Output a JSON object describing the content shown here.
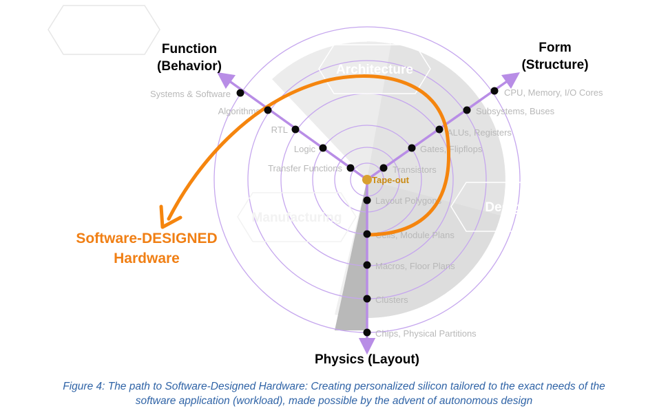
{
  "diagram": {
    "axes": {
      "function": {
        "title_line1": "Function",
        "title_line2": "(Behavior)"
      },
      "form": {
        "title_line1": "Form",
        "title_line2": "(Structure)"
      },
      "physics": {
        "title": "Physics (Layout)"
      }
    },
    "center_label": "Tape-out",
    "function_levels": [
      "Systems & Software",
      "Algorithms",
      "RTL",
      "Logic",
      "Transfer Functions"
    ],
    "form_levels": [
      "CPU, Memory, I/O Cores",
      "Subsystems, Buses",
      "ALUs, Registers",
      "Gates, Flipflops",
      "Transistors"
    ],
    "physics_levels": [
      "Layout Polygons",
      "Cells, Module Plans",
      "Macros, Floor Plans",
      "Clusters",
      "Chips, Physical Partitions"
    ],
    "regions": {
      "architecture": "Architecture",
      "design": "Design",
      "manufacturing": "Manufacturing"
    },
    "path_label_line1": "Software-DESIGNED",
    "path_label_line2": "Hardware",
    "colors": {
      "axis": "#b88de6",
      "ring": "#c5a6ee",
      "path": "#f5850e",
      "node": "#0a0a0a",
      "center": "#d9a030"
    }
  },
  "caption": {
    "line1": "Figure 4: The path to Software-Designed Hardware: Creating personalized silicon tailored to the exact needs of the",
    "line2": "software application (workload), made possible by the advent of autonomous design"
  }
}
